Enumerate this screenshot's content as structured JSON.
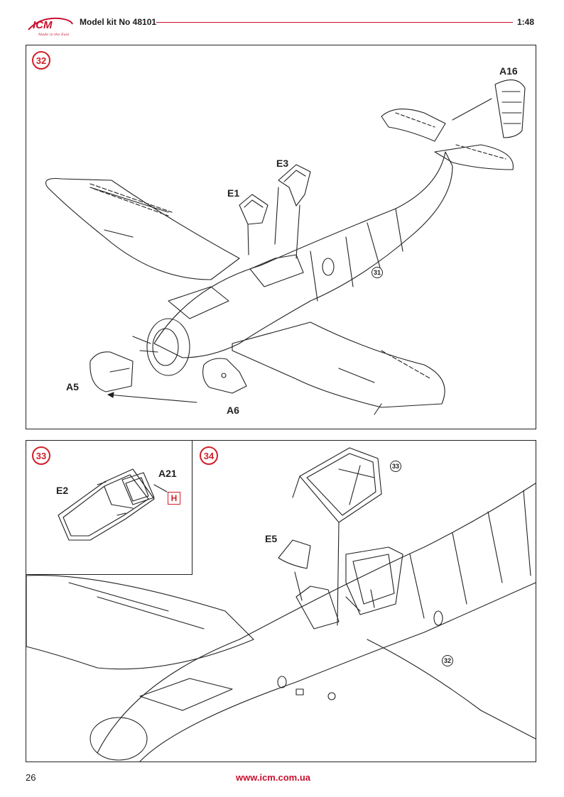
{
  "header": {
    "logo_text": "ICM",
    "logo_tagline": "Made in the East",
    "kit_label": "Model kit No 48101",
    "scale": "1:48"
  },
  "steps": {
    "s32": {
      "number": "32",
      "parts": [
        "A16",
        "E3",
        "E1",
        "A5",
        "A6"
      ],
      "ref": "31"
    },
    "s33": {
      "number": "33",
      "parts": [
        "A21",
        "E2"
      ],
      "marker": "H"
    },
    "s34": {
      "number": "34",
      "parts": [
        "E5"
      ],
      "refs": [
        "33",
        "32"
      ]
    }
  },
  "footer": {
    "page_number": "26",
    "url": "www.icm.com.ua"
  },
  "colors": {
    "accent": "#c8102e",
    "line": "#222222"
  }
}
